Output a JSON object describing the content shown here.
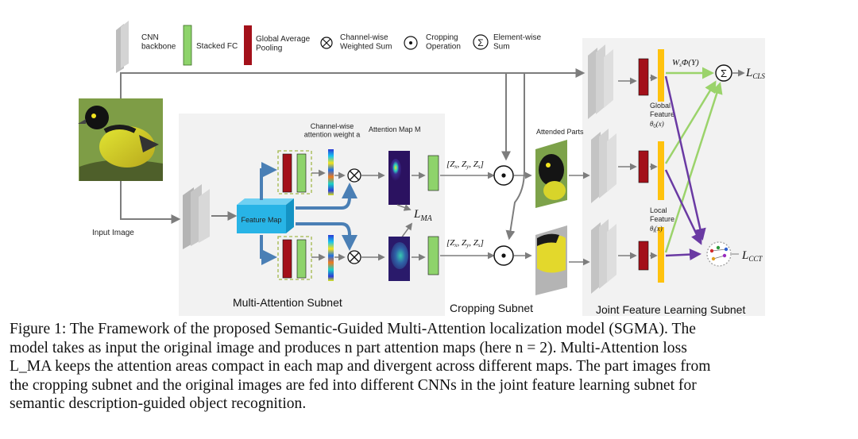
{
  "legend": {
    "cnn_backbone": "CNN\nbackbone",
    "stacked_fc": "Stacked FC",
    "global_average_pooling": "Global Average\nPooling",
    "channel_wise_weighted_sum": "Channel-wise\nWeighted Sum",
    "cropping_operation": "Cropping\nOperation",
    "element_wise_sum": "Element-wise\nSum"
  },
  "labels": {
    "input_image": "Input Image",
    "feature_map": "Feature Map",
    "channel_wise_attention_weight": "Channel-wise\nattention weight a",
    "attention_map": "Attention Map M",
    "l_ma": "L",
    "l_ma_sub": "MA",
    "zxyz_top": "[Z",
    "zxyz_bottom": "[Z",
    "attended_parts": "Attended Parts",
    "global_feature": "Global\nFeature\nθ",
    "global_feature_arg": "(x)",
    "local_feature": "Local\nFeature\nθ",
    "local_feature_arg": "(x)",
    "w_phi": "W",
    "w_phi_rest": "Φ(Y)",
    "l_cls": "L",
    "l_cls_sub": "CLS",
    "l_cct": "L",
    "l_cct_sub": "CCT",
    "sigma": "Σ"
  },
  "subnets": {
    "multi_attention": "Multi-Attention Subnet",
    "cropping": "Cropping Subnet",
    "joint_feature": "Joint Feature Learning Subnet"
  },
  "caption": {
    "line1": "Figure 1: The Framework of the proposed Semantic-Guided Multi-Attention localization model (SGMA). The",
    "line2": "model takes as input the original image and produces n part attention maps (here n = 2). Multi-Attention loss",
    "line3": "L_MA keeps the attention areas compact in each map and divergent across different maps. The part images from",
    "line4": "the cropping subnet and the original images are fed into different CNNs in the joint feature learning subnet for",
    "line5": "semantic description-guided object recognition."
  },
  "colors": {
    "fc_green": "#8ed36b",
    "gap_red": "#a3101a",
    "feature_orange": "#ffc20e",
    "arrow_gray": "#7d7d7d",
    "arrow_blue": "#4a7fb5",
    "arrow_green": "#9bd36b",
    "arrow_purple": "#6a3aa3",
    "feature_map_cyan": "#28b4e6"
  }
}
